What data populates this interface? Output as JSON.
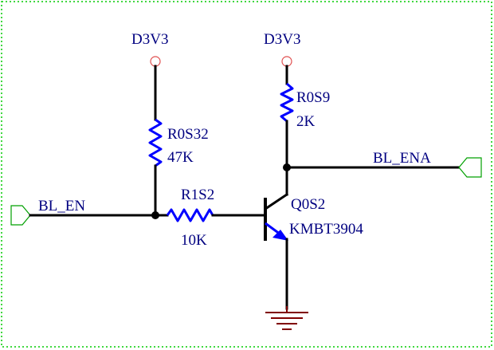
{
  "power": {
    "left_label": "D3V3",
    "right_label": "D3V3"
  },
  "resistors": {
    "r_pullup_left": {
      "ref": "R0S32",
      "value": "47K"
    },
    "r_base": {
      "ref": "R1S2",
      "value": "10K"
    },
    "r_pullup_right": {
      "ref": "R0S9",
      "value": "2K"
    }
  },
  "transistor": {
    "ref": "Q0S2",
    "part": "KMBT3904"
  },
  "ports": {
    "input": "BL_EN",
    "output": "BL_ENA"
  },
  "colors": {
    "wire": "#000000",
    "resistor": "#0000ff",
    "label_text": "#000080",
    "power_symbol": "#e05050",
    "port_outline": "#00a000",
    "ground": "#800000",
    "border": "#00cc00"
  }
}
